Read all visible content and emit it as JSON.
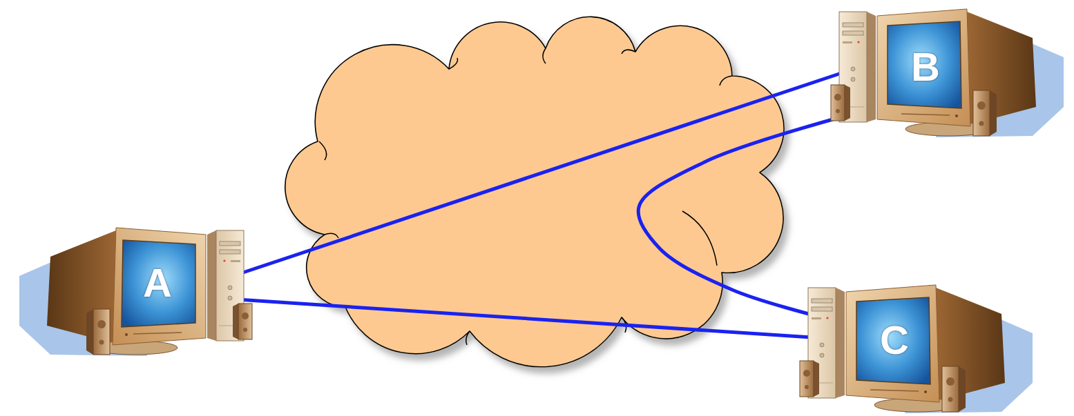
{
  "diagram": {
    "nodes": [
      {
        "text": [
          "A"
        ]
      },
      {
        "text": [
          "B"
        ]
      },
      {
        "text": [
          "C"
        ]
      }
    ],
    "edges": [
      {
        "from": 0,
        "to": 1,
        "arrow": "none"
      },
      {
        "from": 0,
        "to": 2,
        "arrow": "none"
      },
      {
        "from": 1,
        "to": 2,
        "arrow": "none"
      }
    ]
  }
}
